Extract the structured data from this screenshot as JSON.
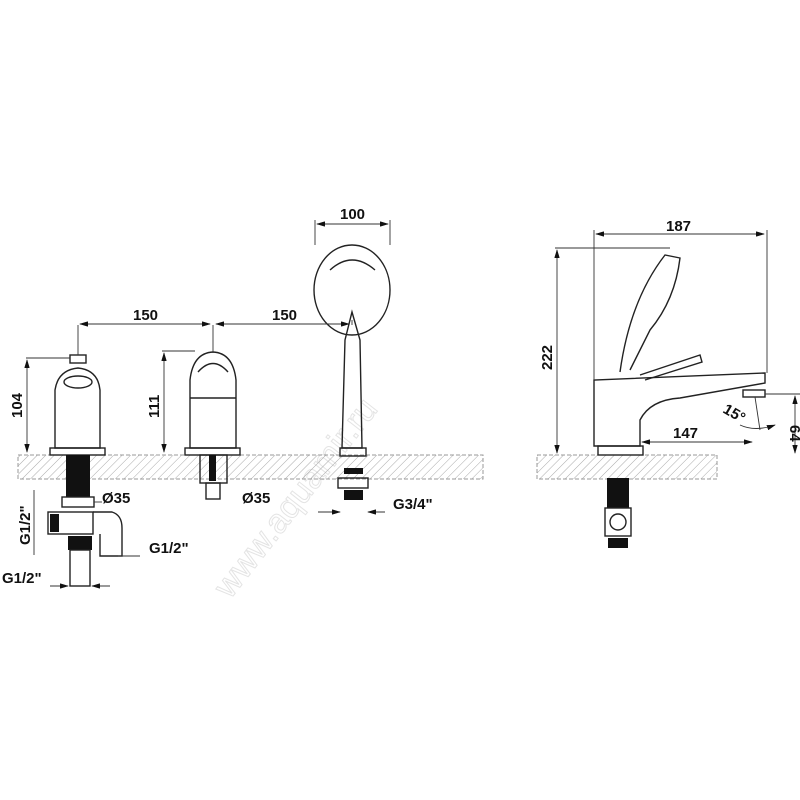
{
  "dimensions": {
    "spacing_left": "150",
    "spacing_right": "150",
    "handle_height_left": "104",
    "handle_height_center": "111",
    "hand_shower_width": "100",
    "diameter_left": "Ø35",
    "diameter_center": "Ø35",
    "thread_shower": "G3/4\"",
    "thread_vertical": "G1/2\"",
    "thread_side": "G1/2\"",
    "thread_bottom": "G1/2\"",
    "side_width": "187",
    "side_height": "222",
    "spout_reach": "147",
    "spout_angle": "15°",
    "spout_height": "64"
  },
  "watermark": "www.aquamir.ru"
}
